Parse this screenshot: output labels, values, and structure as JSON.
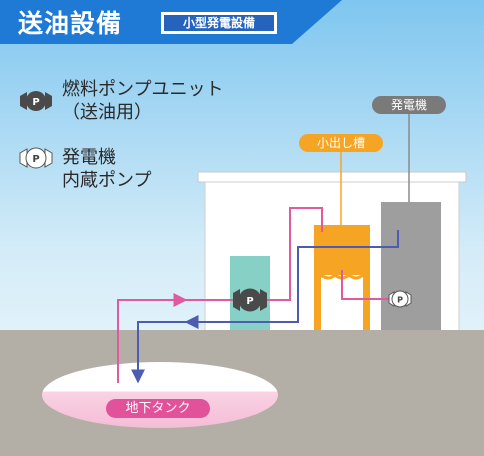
{
  "header": {
    "title": "送油設備",
    "subtitle": "小型発電設備"
  },
  "legend": {
    "items": [
      {
        "icon": "pump-filled-icon",
        "lines": [
          "燃料ポンプユニット",
          "（送油用）"
        ]
      },
      {
        "icon": "pump-outline-icon",
        "lines": [
          "発電機",
          "内蔵ポンプ"
        ]
      }
    ],
    "pump_letter": "P"
  },
  "labels": {
    "generator": "発電機",
    "service_tank": "小出し槽",
    "underground_tank": "地下タンク"
  },
  "colors": {
    "header_blue": "#1f7ad6",
    "sky_top": "#7fc6ef",
    "ground": "#b3afa6",
    "pump_unit": "#86d0c5",
    "service_tank": "#f5a523",
    "generator": "#9e9e9e",
    "supply_line": "#e05aa0",
    "return_line": "#4d5bb0",
    "underground_tank": "#f7c8dc"
  }
}
